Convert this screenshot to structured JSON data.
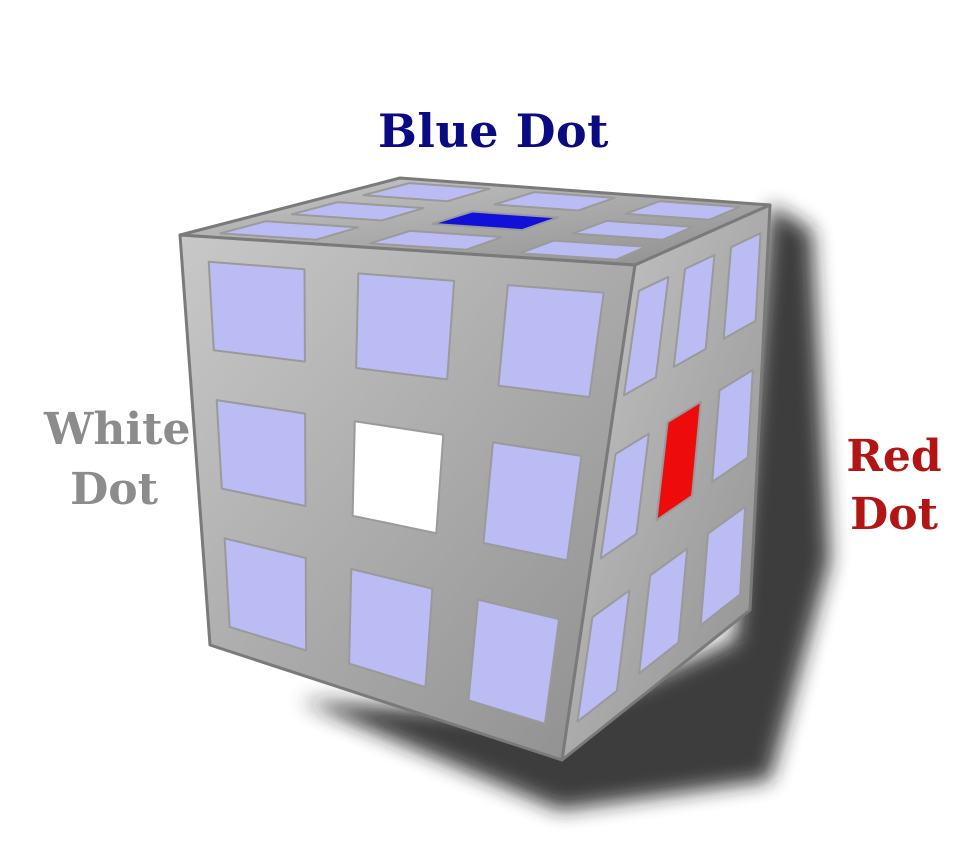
{
  "labels": {
    "blue": "Blue Dot",
    "white_line1": "White",
    "white_line2": "Dot",
    "red_line1": "Red",
    "red_line2": "Dot"
  },
  "colors": {
    "sticker": "#bcbcf4",
    "frame": "#a9a9a9",
    "blue_dot": "#1010d8",
    "white_dot": "#ffffff",
    "red_dot": "#ee0b0b",
    "blue_text": "#0a0a82",
    "white_text": "#8c8c8c",
    "red_text": "#b31515"
  }
}
